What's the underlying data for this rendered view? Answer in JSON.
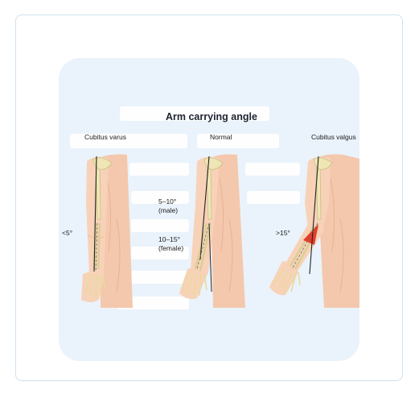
{
  "diagram": {
    "title": "Arm carrying angle",
    "labels": {
      "varus": "Cubitus varus",
      "normal": "Normal",
      "valgus": "Cubitus valgus"
    },
    "angles": {
      "varus": "<5°",
      "male_value": "5–10°",
      "male_note": "(male)",
      "female_value": "10–15°",
      "female_note": "(female)",
      "valgus": ">15°"
    },
    "colors": {
      "skin": "#f8d2b8",
      "skin_shade": "#f1bea0",
      "bone": "#eee6b4",
      "bone_outline": "#c9bf86",
      "axis_line": "#222222",
      "valgus_highlight": "#e53b2b",
      "panel_bg": "#eaf3fb"
    }
  }
}
